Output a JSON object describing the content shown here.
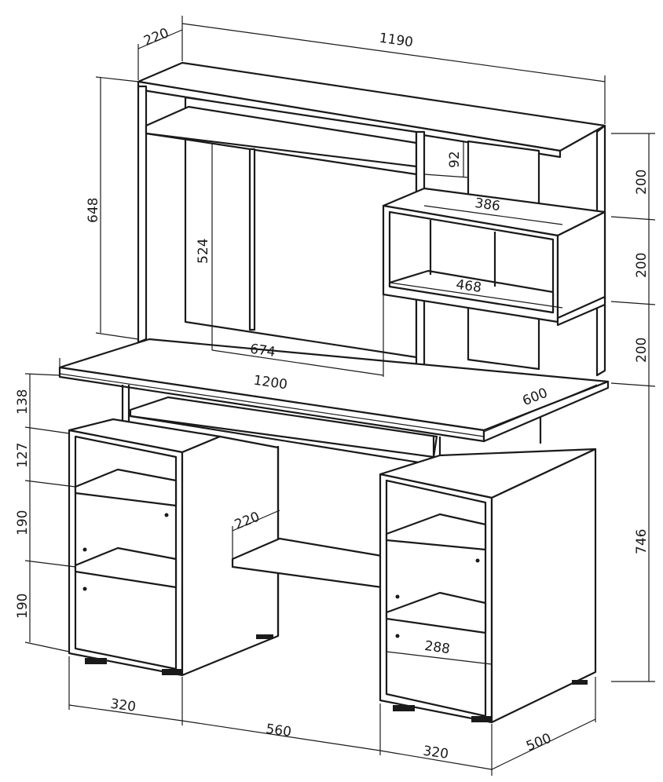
{
  "diagram": {
    "dimensions": {
      "top_depth": "220",
      "top_width": "1190",
      "hutch_height": "648",
      "hutch_inner_height": "524",
      "hutch_inner_width": "674",
      "shelf_gap": "92",
      "shelf1_width": "386",
      "shelf2_width": "468",
      "shelf_h1": "200",
      "shelf_h2": "200",
      "shelf_h3": "200",
      "desk_width": "1200",
      "desk_depth": "600",
      "left_h1": "138",
      "left_h2": "127",
      "left_h3": "190",
      "left_h4": "190",
      "desk_height": "746",
      "middle_shelf_depth": "220",
      "right_inner_width": "288",
      "left_cab_width": "320",
      "gap_width": "560",
      "right_cab_width": "320",
      "cab_depth": "500"
    }
  }
}
